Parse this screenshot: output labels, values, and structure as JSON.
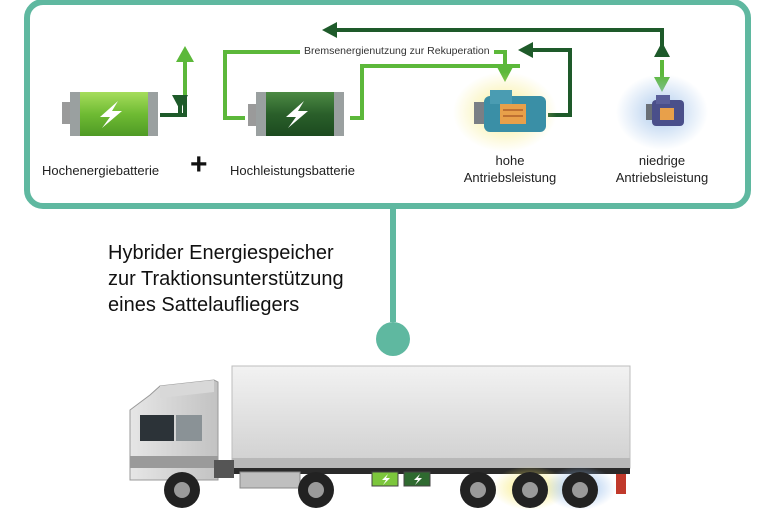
{
  "diagram": {
    "flow_label": "Bremsenergienutzung zur Rekuperation",
    "battery_high_energy": "Hochenergiebatterie",
    "plus_sign": "+",
    "battery_high_power": "Hochleistungsbatterie",
    "motor_high": {
      "line1": "hohe",
      "line2": "Antriebsleistung"
    },
    "motor_low": {
      "line1": "niedrige",
      "line2": "Antriebsleistung"
    }
  },
  "headline": {
    "line1": "Hybrider Energiespeicher",
    "line2": "zur Traktionsunterstützung",
    "line3": "eines Sattelaufliegers"
  },
  "colors": {
    "frame": "#5fb8a0",
    "arrow_dark": "#1e5a2a",
    "arrow_light": "#5cb83a",
    "battery_light": "#7cc63c",
    "battery_dark": "#2f6a30",
    "motor_body": "#3a8fa6",
    "motor_terminal": "#e8a04a",
    "glow_yellow": "#f6ec8a",
    "glow_blue": "#a9c8ec"
  }
}
